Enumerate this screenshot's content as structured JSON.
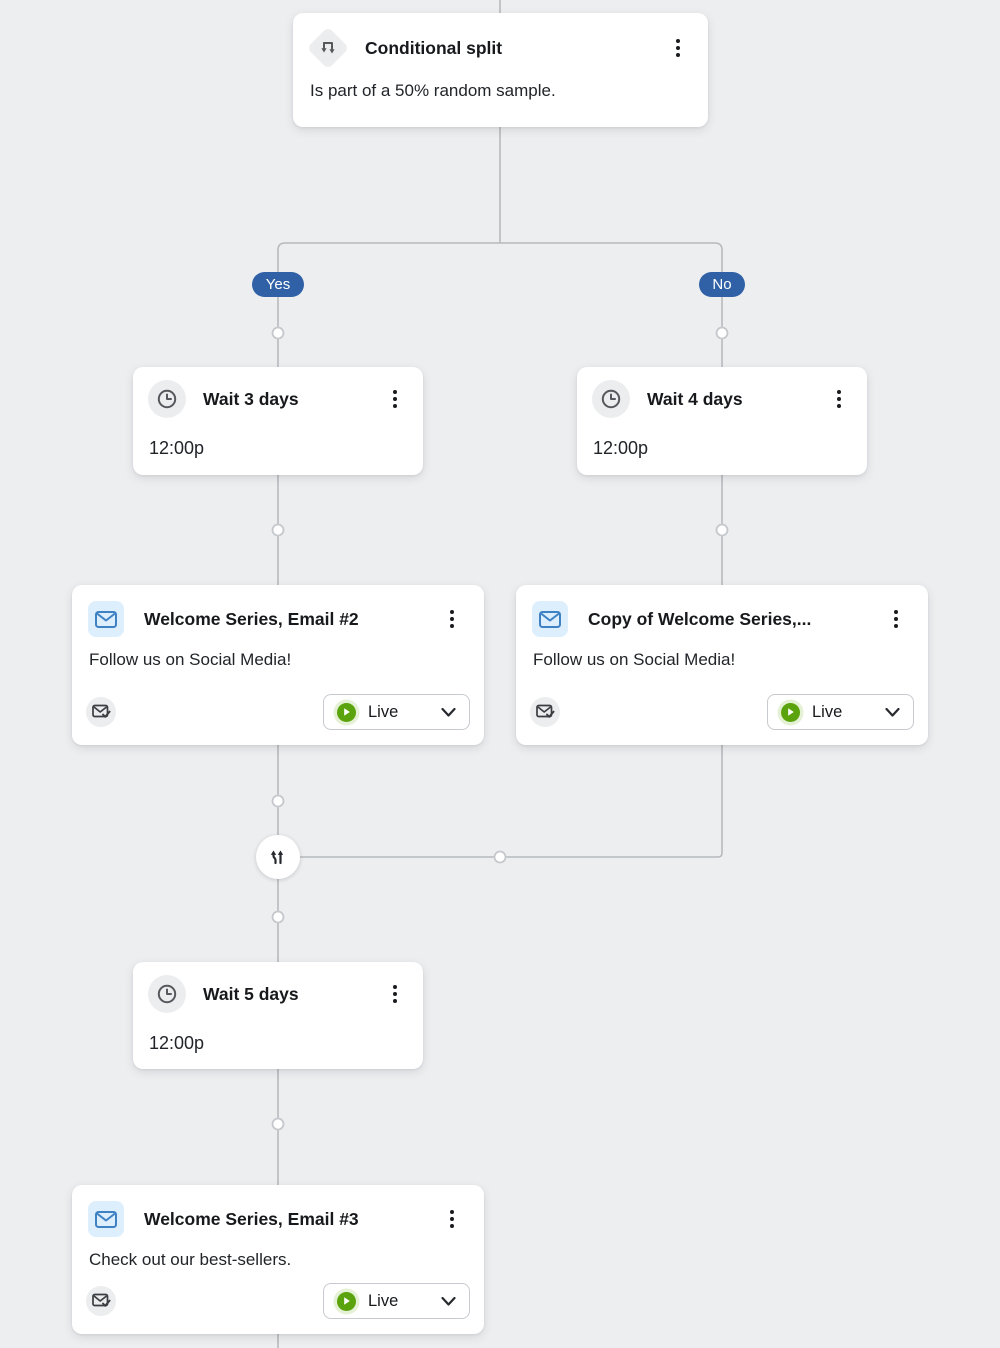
{
  "colors": {
    "background": "#eceef0",
    "connector": "#b7babe",
    "node_border": "#c5c8cc",
    "badge_blue": "#3061a6",
    "card_title": "#17191c",
    "body_text": "#212429",
    "live_green": "#5ba30c",
    "live_halo": "#e5f1d5",
    "email_icon_blue": "#3f82c4",
    "email_icon_bg": "#ddeefc",
    "icon_gray_bg": "#ebedee",
    "icon_glyph": "#55585c"
  },
  "flow": {
    "split": {
      "title": "Conditional split",
      "description": "Is part of a 50% random sample."
    },
    "branches": {
      "yes": "Yes",
      "no": "No"
    },
    "wait_yes": {
      "title": "Wait 3 days",
      "time": "12:00p"
    },
    "wait_no": {
      "title": "Wait 4 days",
      "time": "12:00p"
    },
    "email_yes": {
      "title": "Welcome Series, Email #2",
      "subject": "Follow us on Social Media!",
      "status": "Live"
    },
    "email_no": {
      "title": "Copy of Welcome Series,...",
      "subject": "Follow us on Social Media!",
      "status": "Live"
    },
    "wait_merge": {
      "title": "Wait 5 days",
      "time": "12:00p"
    },
    "email_final": {
      "title": "Welcome Series, Email #3",
      "subject": "Check out our best-sellers.",
      "status": "Live"
    }
  },
  "icons": {
    "split_node": "conditional-split-arrows",
    "wait_node": "clock",
    "email_node": "envelope",
    "email_status": "envelope-check",
    "status_indicator": "play-circle",
    "card_menu": "kebab-menu",
    "dropdown": "chevron-down",
    "merge_node": "merge-arrows"
  }
}
